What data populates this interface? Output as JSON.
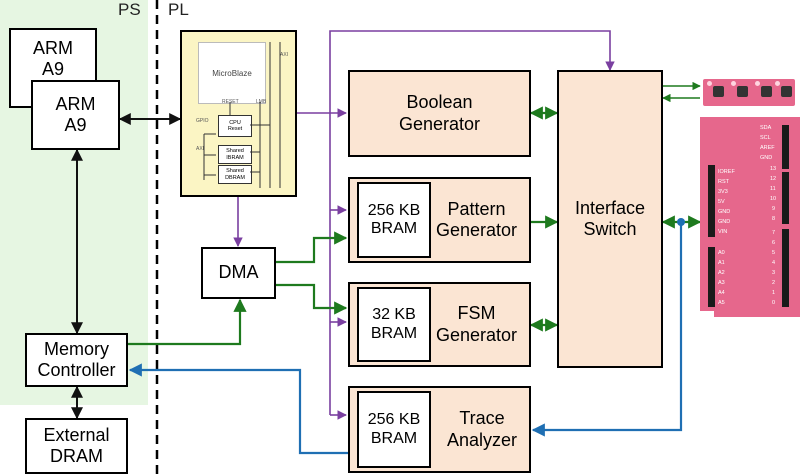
{
  "regions": {
    "ps": "PS",
    "pl": "PL"
  },
  "arm_back": {
    "label": "ARM\nA9"
  },
  "arm_front": {
    "label": "ARM\nA9"
  },
  "memory_controller": {
    "label": "Memory\nController"
  },
  "external_dram": {
    "label": "External\nDRAM"
  },
  "dma": {
    "label": "DMA"
  },
  "microblaze": {
    "title": "MicroBlaze",
    "axi_top": "AXI",
    "reset": "RESET",
    "lmb": "LMB",
    "gpio": "GPIO",
    "axi_left": "AXI",
    "cpu_reset": "CPU\nReset",
    "shared_ibram": "Shared\nIBRAM",
    "shared_dbram": "Shared\nDBRAM"
  },
  "boolean_generator": {
    "label": "Boolean\nGenerator"
  },
  "pattern_generator": {
    "label": "Pattern\nGenerator",
    "bram": "256 KB\nBRAM"
  },
  "fsm_generator": {
    "label": "FSM\nGenerator",
    "bram": "32 KB\nBRAM"
  },
  "trace_analyzer": {
    "label": "Trace\nAnalyzer",
    "bram": "256 KB\nBRAM"
  },
  "interface_switch": {
    "label": "Interface\nSwitch"
  },
  "arduino": {
    "right_pins": [
      "SDA",
      "SCL",
      "AREF",
      "GND",
      "13",
      "12",
      "11",
      "10",
      "9",
      "8",
      "7",
      "6",
      "5",
      "4",
      "3",
      "2",
      "1",
      "0"
    ],
    "left_power": [
      "IOREF",
      "RST",
      "3V3",
      "5V",
      "GND",
      "GND",
      "VIN"
    ],
    "left_analog": [
      "A0",
      "A1",
      "A2",
      "A3",
      "A4",
      "A5"
    ]
  },
  "colors": {
    "green": "#1e7a1e",
    "purple": "#7a3fa0",
    "blue": "#1f6fb3",
    "peach": "#fbe5d3",
    "ps_bg": "#e6f6e2",
    "pink": "#e6678c"
  }
}
